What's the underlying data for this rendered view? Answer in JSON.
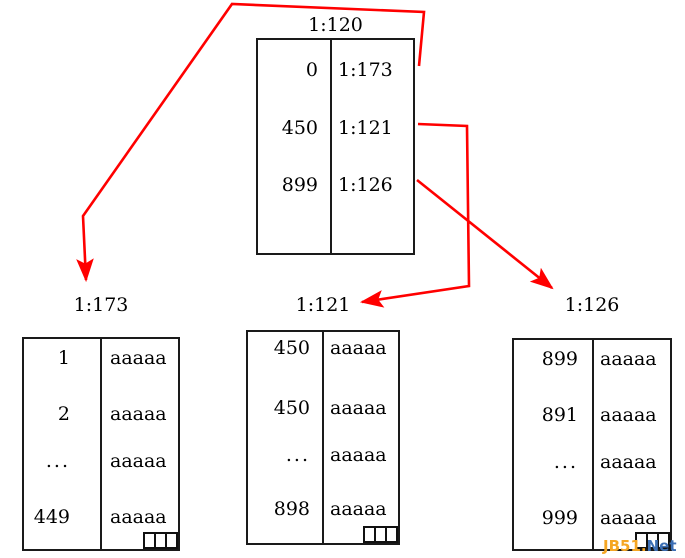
{
  "diagram": {
    "type": "b-plus-tree-index",
    "root": {
      "label": "1:120",
      "rows": [
        {
          "key": "0",
          "value": "1:173"
        },
        {
          "key": "450",
          "value": "1:121"
        },
        {
          "key": "899",
          "value": "1:126"
        }
      ]
    },
    "leaves": [
      {
        "label": "1:173",
        "rows": [
          {
            "key": "1",
            "value": "aaaaa"
          },
          {
            "key": "2",
            "value": "aaaaa"
          },
          {
            "key": "...",
            "value": "aaaaa"
          },
          {
            "key": "449",
            "value": "aaaaa"
          }
        ]
      },
      {
        "label": "1:121",
        "rows": [
          {
            "key": "450",
            "value": "aaaaa"
          },
          {
            "key": "450",
            "value": "aaaaa"
          },
          {
            "key": "...",
            "value": "aaaaa"
          },
          {
            "key": "898",
            "value": "aaaaa"
          }
        ]
      },
      {
        "label": "1:126",
        "rows": [
          {
            "key": "899",
            "value": "aaaaa"
          },
          {
            "key": "891",
            "value": "aaaaa"
          },
          {
            "key": "...",
            "value": "aaaaa"
          },
          {
            "key": "999",
            "value": "aaaaa"
          }
        ]
      }
    ],
    "pointers": [
      {
        "from": "1:173",
        "to": "1:173"
      },
      {
        "from": "1:121",
        "to": "1:121"
      },
      {
        "from": "1:126",
        "to": "1:126"
      }
    ],
    "colors": {
      "arrow": "#FF0000",
      "border": "#1a1a1a",
      "text": "#000000"
    }
  },
  "watermark": {
    "part1": "JB51.",
    "part2": "Net"
  }
}
